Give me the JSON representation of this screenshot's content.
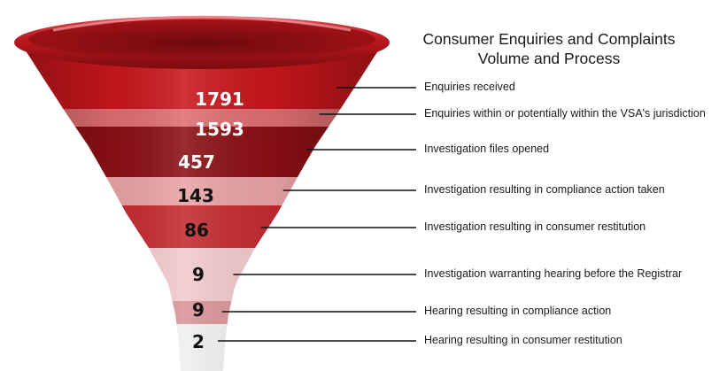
{
  "title": {
    "line1": "Consumer Enquiries and Complaints",
    "line2": "Volume and Process"
  },
  "stages": [
    {
      "value": "1791",
      "label": "Enquiries received"
    },
    {
      "value": "1593",
      "label": "Enquiries within or potentially within the VSA's jurisdiction"
    },
    {
      "value": "457",
      "label": "Investigation files opened"
    },
    {
      "value": "143",
      "label": "Investigation resulting in compliance action taken"
    },
    {
      "value": "86",
      "label": "Investigation resulting in consumer restitution"
    },
    {
      "value": "9",
      "label": "Investigation warranting hearing before the Registrar"
    },
    {
      "value": "9",
      "label": "Hearing resulting in compliance action"
    },
    {
      "value": "2",
      "label": "Hearing resulting in consumer restitution"
    }
  ],
  "colors": {
    "band_colors": [
      "#c8161c",
      "#de6e72",
      "#8a0f14",
      "#e9a3a5",
      "#c42a30",
      "#f2c9cb",
      "#d99397",
      "#efefef"
    ],
    "rim": "#b5161c",
    "leader": "#111111"
  }
}
